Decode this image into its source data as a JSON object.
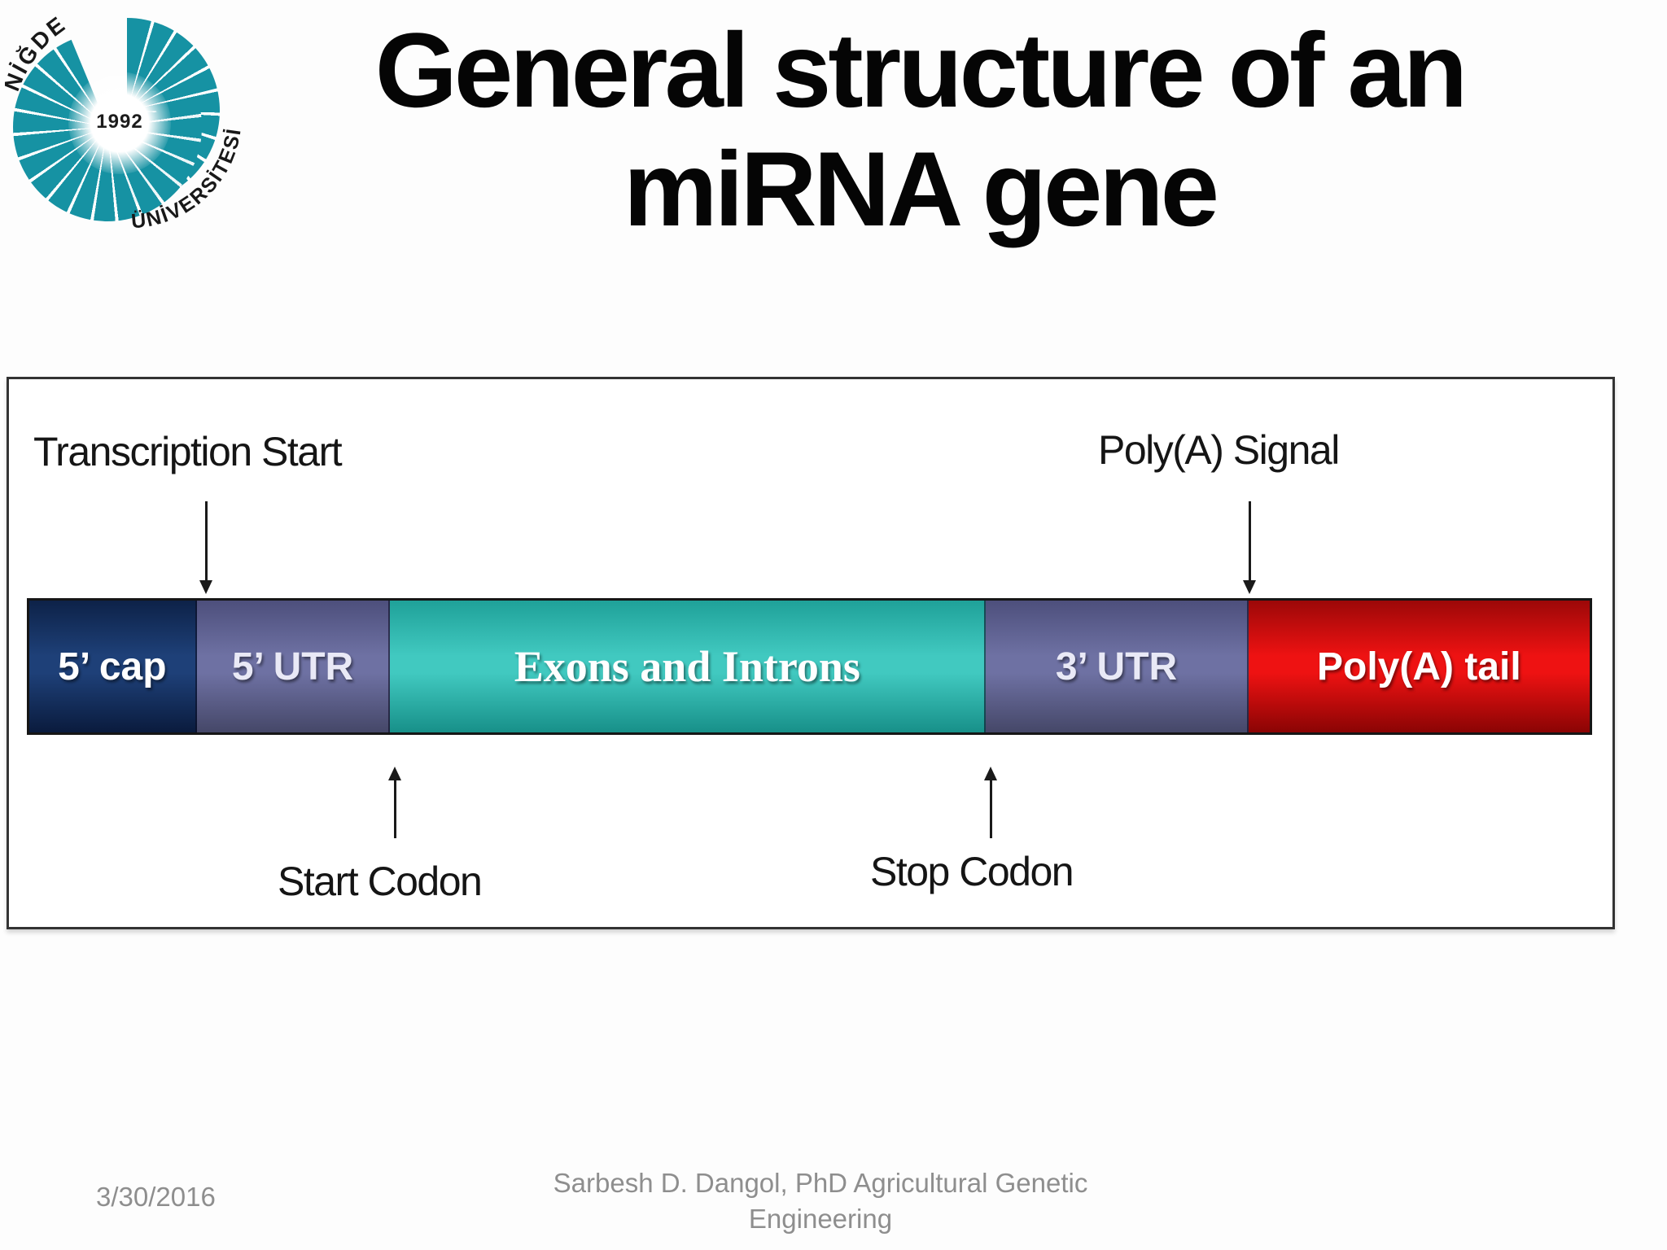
{
  "logo": {
    "institution_top": "NİĞDE",
    "institution_side": "ÜNİVERSİTESİ",
    "year": "1992",
    "teal": "#1692a3"
  },
  "title": {
    "line1": "General structure of an",
    "line2": "miRNA gene"
  },
  "diagram": {
    "annotations": {
      "transcription_start": "Transcription Start",
      "polya_signal": "Poly(A) Signal",
      "start_codon": "Start Codon",
      "stop_codon": "Stop Codon"
    },
    "segments": [
      {
        "label": "5’ cap",
        "width_pct": 10.73,
        "color_top": "#0d2248",
        "color_mid": "#1e4078",
        "color_bottom": "#0a1b3d",
        "text_color": "#ffffff",
        "serif": false
      },
      {
        "label": "5’ UTR",
        "width_pct": 12.4,
        "color_top": "#4d4f7c",
        "color_mid": "#6e71a3",
        "color_bottom": "#454768",
        "text_color": "#e9e9f6",
        "serif": false
      },
      {
        "label": "Exons and Introns",
        "width_pct": 38.18,
        "color_top": "#1fa199",
        "color_mid": "#41c9c0",
        "color_bottom": "#179089",
        "text_color": "#ffffff",
        "serif": true
      },
      {
        "label": "3’ UTR",
        "width_pct": 16.82,
        "color_top": "#4d4f7c",
        "color_mid": "#6e71a3",
        "color_bottom": "#454768",
        "text_color": "#e9e9f6",
        "serif": false
      },
      {
        "label": "Poly(A) tail",
        "width_pct": 21.87,
        "color_top": "#9c0808",
        "color_mid": "#ee1212",
        "color_bottom": "#8a0404",
        "text_color": "#ffffff",
        "serif": false
      }
    ]
  },
  "footer": {
    "date": "3/30/2016",
    "credit_line1": "Sarbesh D. Dangol, PhD Agricultural Genetic",
    "credit_line2": "Engineering"
  }
}
